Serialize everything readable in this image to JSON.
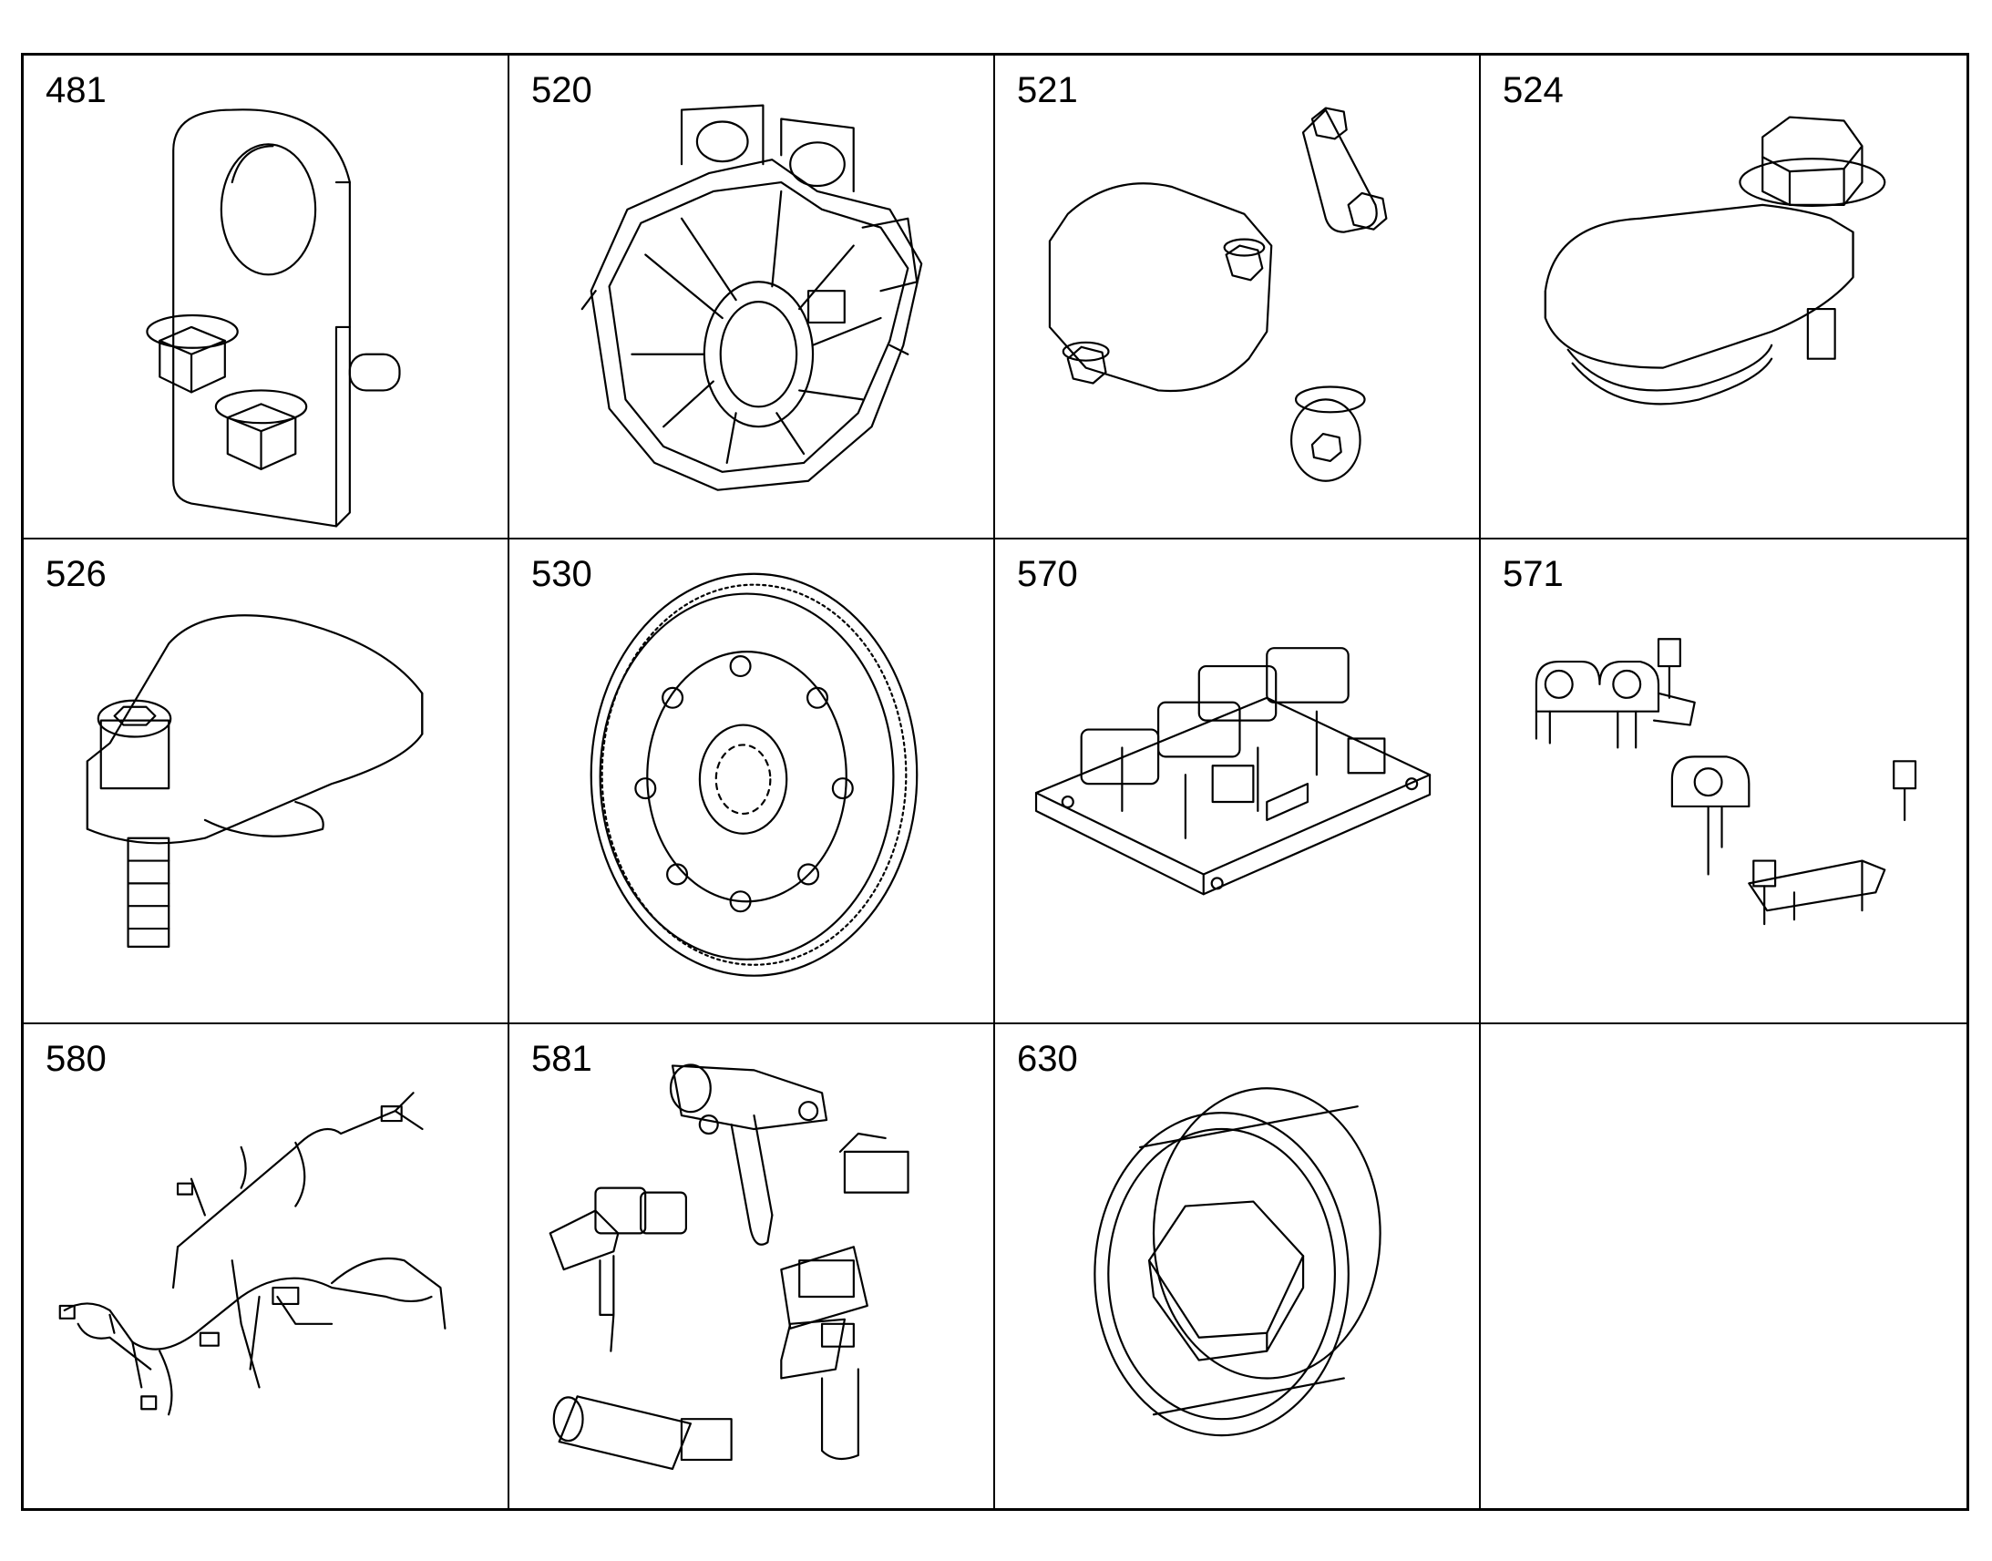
{
  "parts": [
    {
      "number": "481",
      "icon": "mounting-bracket-icon"
    },
    {
      "number": "520",
      "icon": "flywheel-housing-icon"
    },
    {
      "number": "521",
      "icon": "cover-plate-kit-icon"
    },
    {
      "number": "524",
      "icon": "cam-plug-cover-icon"
    },
    {
      "number": "526",
      "icon": "eccentric-cover-icon"
    },
    {
      "number": "530",
      "icon": "flywheel-icon"
    },
    {
      "number": "570",
      "icon": "control-module-icon"
    },
    {
      "number": "571",
      "icon": "clamp-kit-icon"
    },
    {
      "number": "580",
      "icon": "wiring-harness-icon"
    },
    {
      "number": "581",
      "icon": "sensor-kit-icon"
    },
    {
      "number": "630",
      "icon": "hex-plug-icon"
    },
    {
      "number": "",
      "icon": ""
    }
  ]
}
